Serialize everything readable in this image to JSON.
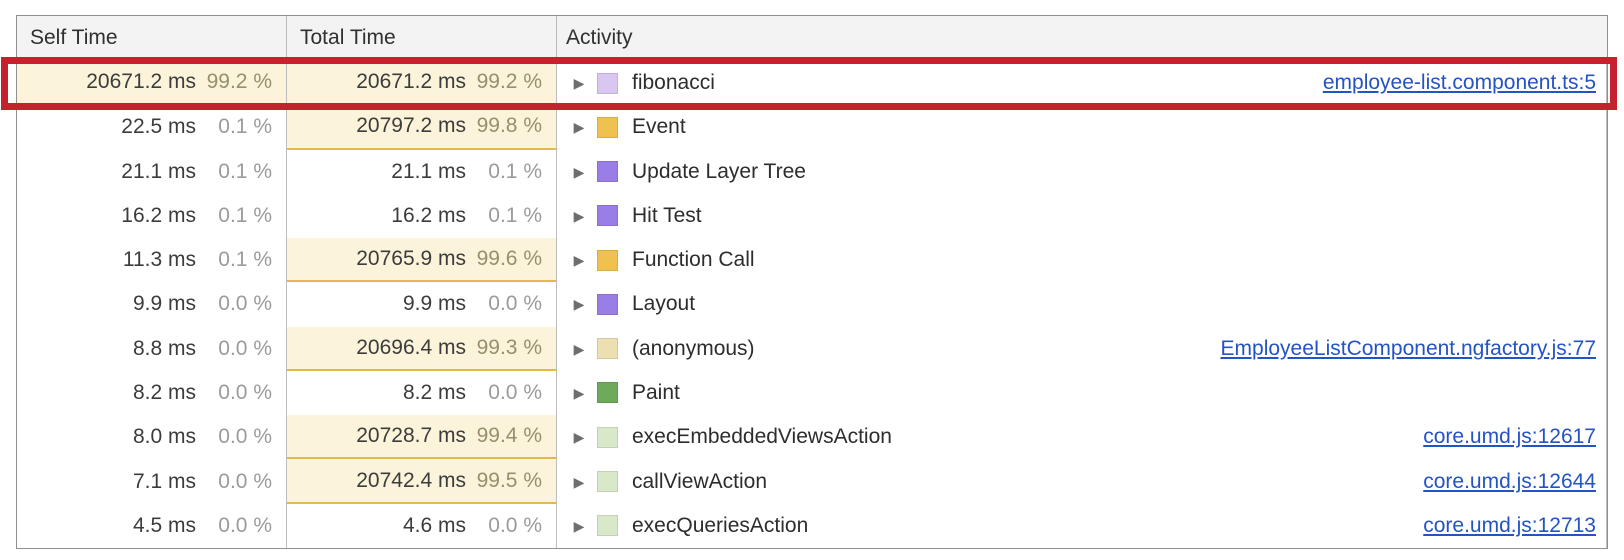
{
  "columns": {
    "self": "Self Time",
    "total": "Total Time",
    "activity": "Activity"
  },
  "annotation": {
    "color": "#c5222e"
  },
  "highlight": {
    "background": "#fbf3da",
    "border": "#e5b84e"
  },
  "link_color": "#2453c4",
  "rows": [
    {
      "self": {
        "value": "20671.2 ms",
        "percent": "99.2 %",
        "hl": true
      },
      "total": {
        "value": "20671.2 ms",
        "percent": "99.2 %",
        "hl": true
      },
      "activity": "fibonacci",
      "icon": "#d9c7f1",
      "link": "employee-list.component.ts:5"
    },
    {
      "self": {
        "value": "22.5 ms",
        "percent": "0.1 %"
      },
      "total": {
        "value": "20797.2 ms",
        "percent": "99.8 %",
        "hl": true
      },
      "activity": "Event",
      "icon": "#f0c14e",
      "link": ""
    },
    {
      "self": {
        "value": "21.1 ms",
        "percent": "0.1 %"
      },
      "total": {
        "value": "21.1 ms",
        "percent": "0.1 %"
      },
      "activity": "Update Layer Tree",
      "icon": "#9a7ee6",
      "link": ""
    },
    {
      "self": {
        "value": "16.2 ms",
        "percent": "0.1 %"
      },
      "total": {
        "value": "16.2 ms",
        "percent": "0.1 %"
      },
      "activity": "Hit Test",
      "icon": "#9a7ee6",
      "link": ""
    },
    {
      "self": {
        "value": "11.3 ms",
        "percent": "0.1 %"
      },
      "total": {
        "value": "20765.9 ms",
        "percent": "99.6 %",
        "hl": true
      },
      "activity": "Function Call",
      "icon": "#f0c14e",
      "link": ""
    },
    {
      "self": {
        "value": "9.9 ms",
        "percent": "0.0 %"
      },
      "total": {
        "value": "9.9 ms",
        "percent": "0.0 %"
      },
      "activity": "Layout",
      "icon": "#9a7ee6",
      "link": ""
    },
    {
      "self": {
        "value": "8.8 ms",
        "percent": "0.0 %"
      },
      "total": {
        "value": "20696.4 ms",
        "percent": "99.3 %",
        "hl": true
      },
      "activity": "(anonymous)",
      "icon": "#ecdfb2",
      "link": "EmployeeListComponent.ngfactory.js:77"
    },
    {
      "self": {
        "value": "8.2 ms",
        "percent": "0.0 %"
      },
      "total": {
        "value": "8.2 ms",
        "percent": "0.0 %"
      },
      "activity": "Paint",
      "icon": "#6faa5c",
      "link": ""
    },
    {
      "self": {
        "value": "8.0 ms",
        "percent": "0.0 %"
      },
      "total": {
        "value": "20728.7 ms",
        "percent": "99.4 %",
        "hl": true
      },
      "activity": "execEmbeddedViewsAction",
      "icon": "#d9e8c8",
      "link": "core.umd.js:12617"
    },
    {
      "self": {
        "value": "7.1 ms",
        "percent": "0.0 %"
      },
      "total": {
        "value": "20742.4 ms",
        "percent": "99.5 %",
        "hl": true
      },
      "activity": "callViewAction",
      "icon": "#d9e8c8",
      "link": "core.umd.js:12644"
    },
    {
      "self": {
        "value": "4.5 ms",
        "percent": "0.0 %"
      },
      "total": {
        "value": "4.6 ms",
        "percent": "0.0 %"
      },
      "activity": "execQueriesAction",
      "icon": "#d9e8c8",
      "link": "core.umd.js:12713"
    }
  ]
}
